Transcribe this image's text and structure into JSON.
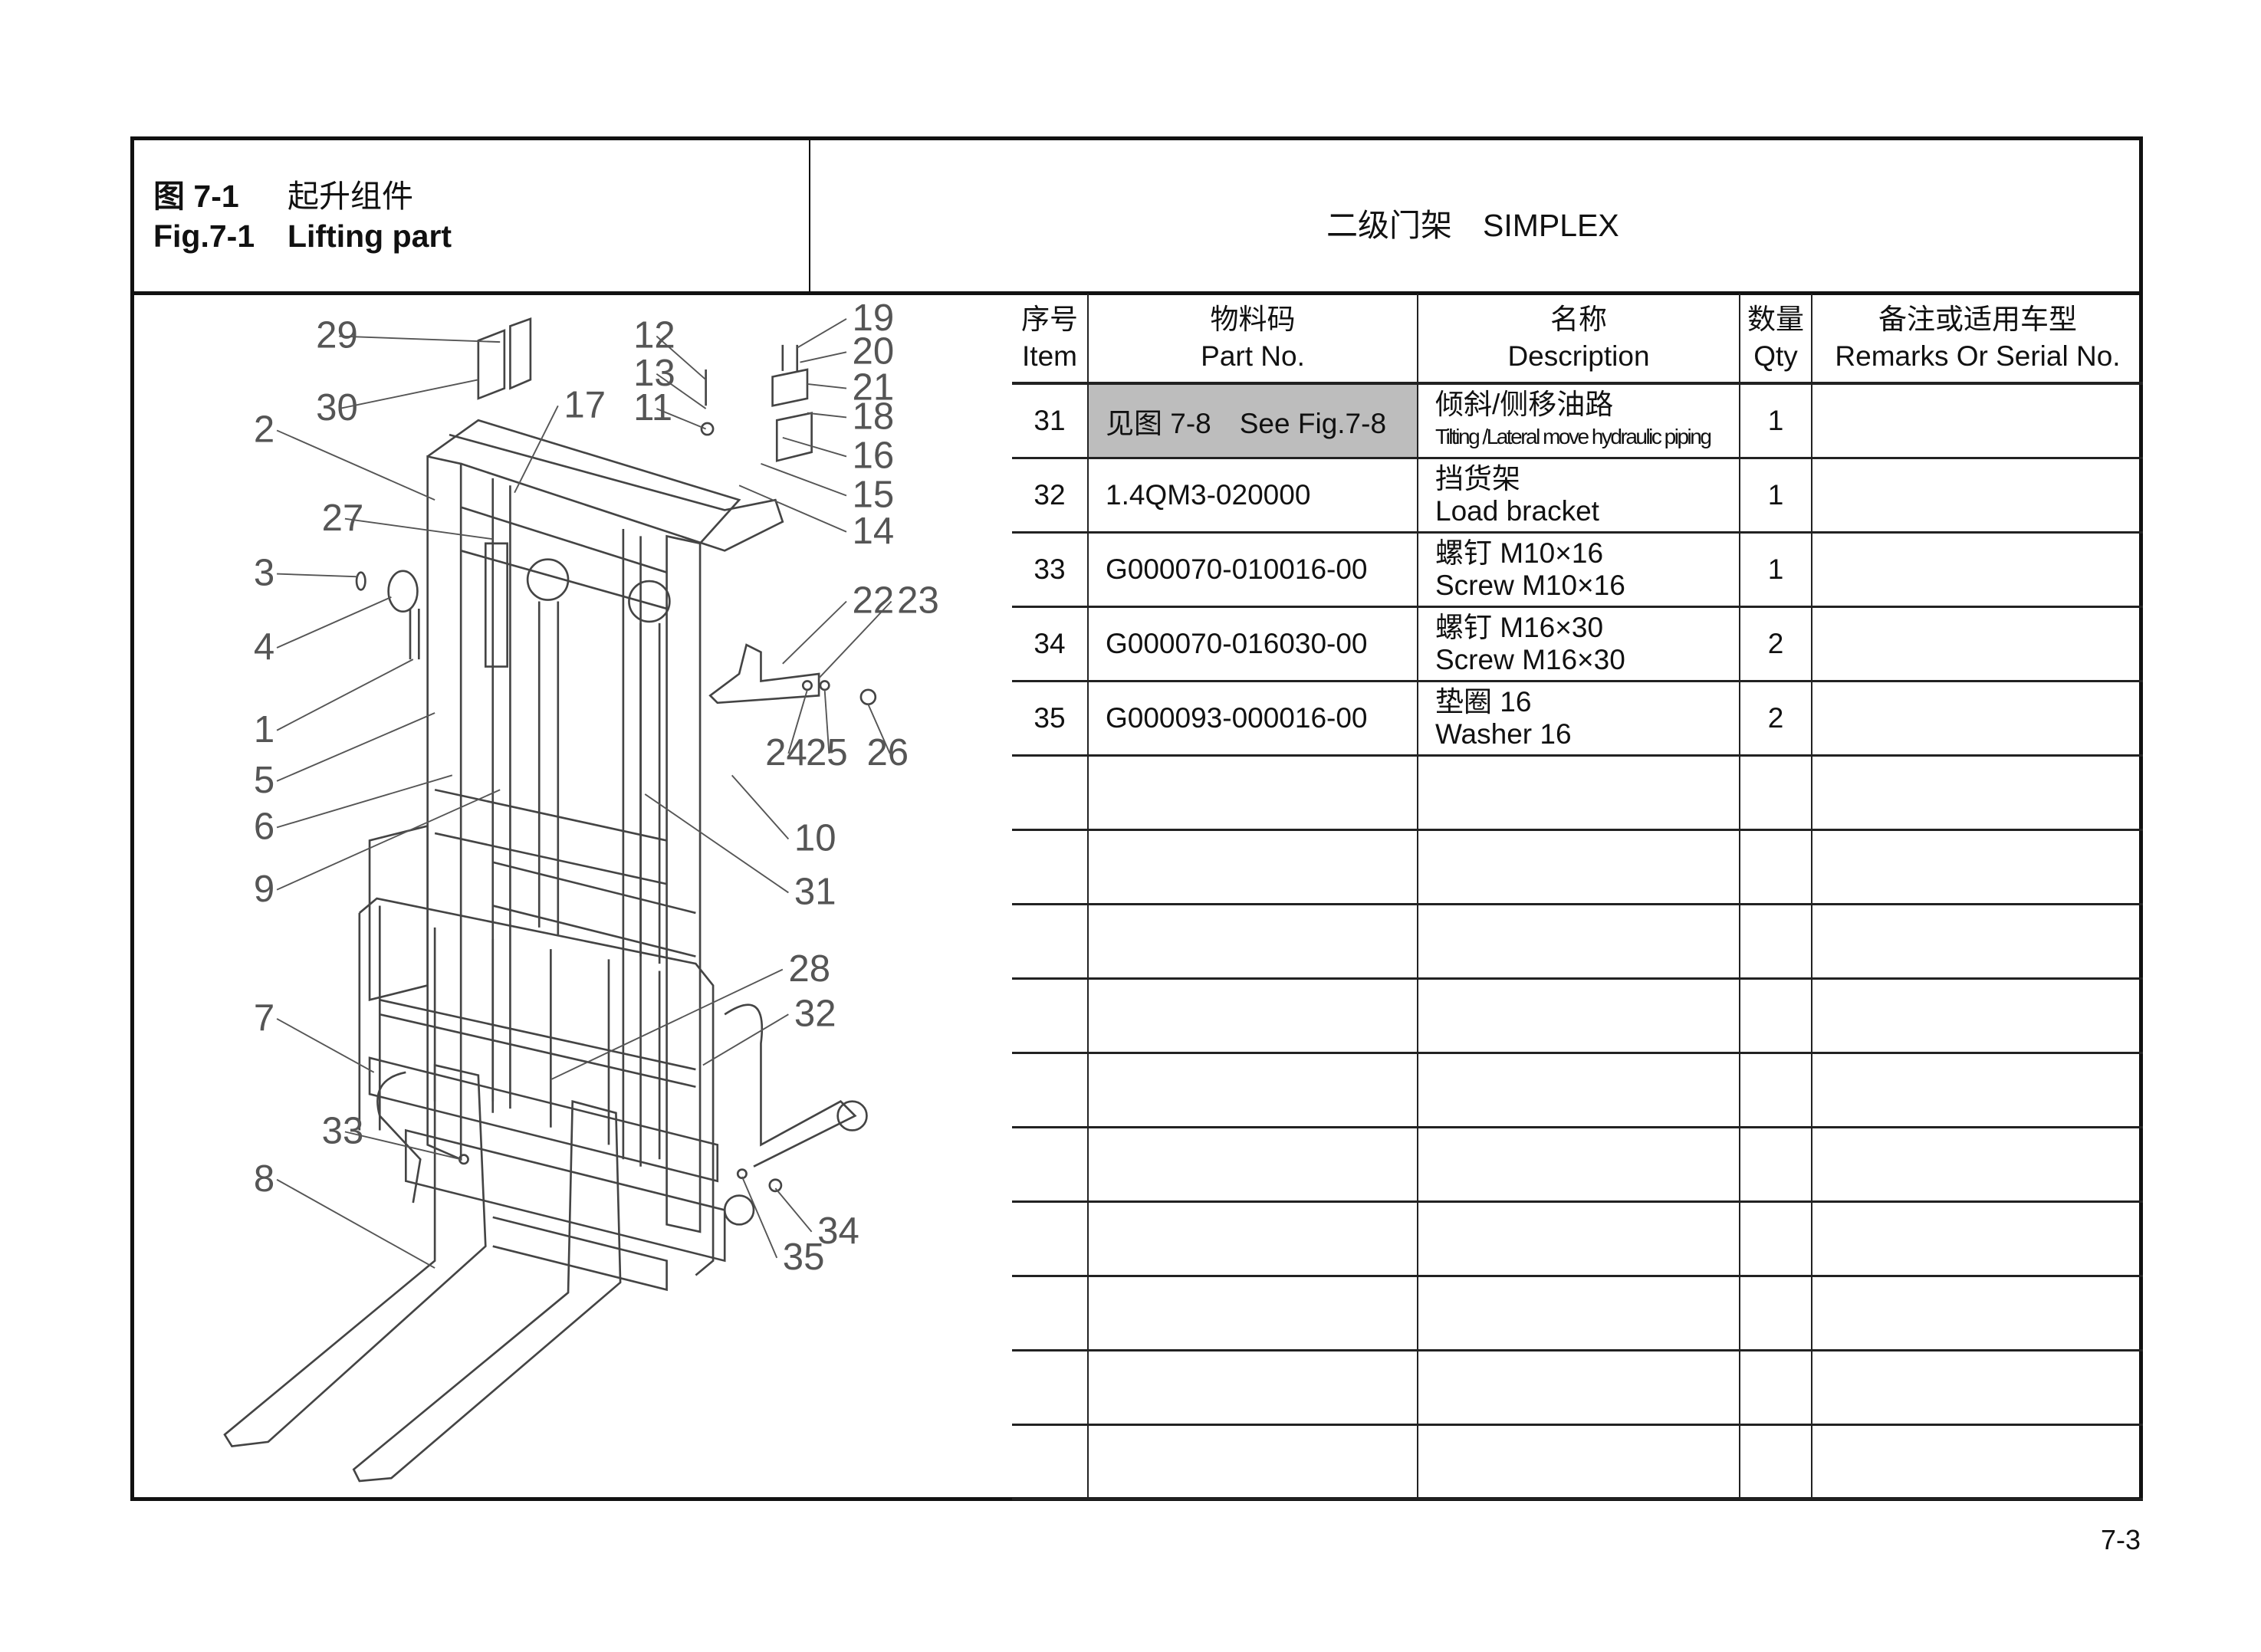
{
  "header": {
    "title_cn_prefix": "图 7-1",
    "title_cn": "起升组件",
    "title_en_prefix": "Fig.7-1",
    "title_en": "Lifting part",
    "mast_type_cn": "二级门架",
    "mast_type_en": "SIMPLEX"
  },
  "table": {
    "columns": [
      {
        "cn": "序号",
        "en": "Item"
      },
      {
        "cn": "物料码",
        "en": "Part No."
      },
      {
        "cn": "名称",
        "en": "Description"
      },
      {
        "cn": "数量",
        "en": "Qty"
      },
      {
        "cn": "备注或适用车型",
        "en": "Remarks Or Serial No."
      }
    ],
    "rows": [
      {
        "item": "31",
        "part_no": "见图 7-8　See Fig.7-8",
        "shaded": true,
        "desc_cn": "倾斜/侧移油路",
        "desc_en": "Tilting /Lateral move hydraulic piping",
        "qty": "1",
        "remarks": ""
      },
      {
        "item": "32",
        "part_no": "1.4QM3-020000",
        "desc_cn": "挡货架",
        "desc_en": "Load bracket",
        "qty": "1",
        "remarks": ""
      },
      {
        "item": "33",
        "part_no": "G000070-010016-00",
        "desc_cn": "螺钉 M10×16",
        "desc_en": "Screw M10×16",
        "qty": "1",
        "remarks": ""
      },
      {
        "item": "34",
        "part_no": "G000070-016030-00",
        "desc_cn": "螺钉 M16×30",
        "desc_en": "Screw M16×30",
        "qty": "2",
        "remarks": ""
      },
      {
        "item": "35",
        "part_no": "G000093-000016-00",
        "desc_cn": "垫圈 16",
        "desc_en": "Washer 16",
        "qty": "2",
        "remarks": ""
      }
    ]
  },
  "diagram": {
    "callouts": [
      "29",
      "30",
      "2",
      "27",
      "3",
      "4",
      "1",
      "5",
      "6",
      "9",
      "7",
      "33",
      "8",
      "12",
      "13",
      "11",
      "17",
      "19",
      "20",
      "21",
      "18",
      "16",
      "15",
      "14",
      "22",
      "23",
      "24",
      "25",
      "26",
      "10",
      "31",
      "28",
      "32",
      "34",
      "35"
    ]
  },
  "page_number": "7-3"
}
